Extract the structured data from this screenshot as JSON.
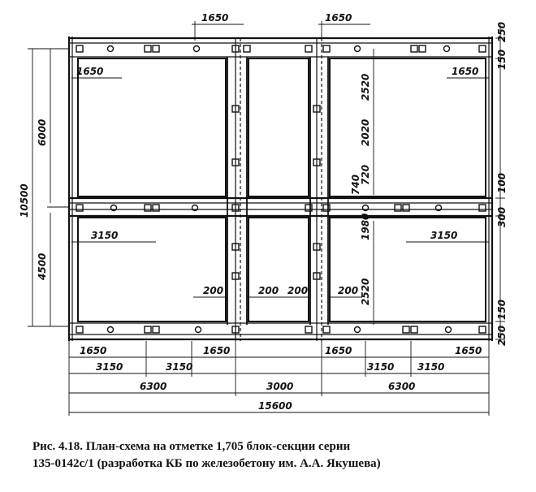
{
  "figure": {
    "caption_line1": "Рис.  4.18.  План-схема  на  отметке  1,705  блок-секции  серии",
    "caption_line2": "135-0142с/1  (разработка КБ по железобетону им. А.А. Якушева)"
  },
  "dimensions": {
    "top_left_1650": "1650",
    "top_right_1650": "1650",
    "right_250_top": "250",
    "right_150_top": "150",
    "left_inner_1650": "1650",
    "right_inner_1650": "1650",
    "left_6000": "6000",
    "left_10500": "10500",
    "left_4500": "4500",
    "v_2520_top": "2520",
    "v_2020": "2020",
    "v_720": "720",
    "v_740": "740",
    "right_100": "100",
    "right_300": "300",
    "left_3150_mid": "3150",
    "right_3150_mid": "3150",
    "v_1980": "1980",
    "v_2520_bottom": "2520",
    "w_200_a": "200",
    "w_200_b": "200",
    "w_200_c": "200",
    "w_200_d": "200",
    "right_150_bottom": "150",
    "right_250_bottom": "250",
    "bottom_1650_a": "1650",
    "bottom_1650_b": "1650",
    "bottom_1650_c": "1650",
    "bottom_1650_d": "1650",
    "bottom_3150_a": "3150",
    "bottom_3150_b": "3150",
    "bottom_3150_c": "3150",
    "bottom_3150_d": "3150",
    "bottom_6300_left": "6300",
    "bottom_3000": "3000",
    "bottom_6300_right": "6300",
    "bottom_total_15600": "15600"
  }
}
